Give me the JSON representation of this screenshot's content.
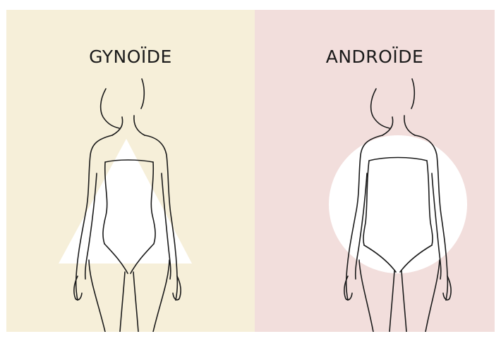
{
  "colors": {
    "page_background": "#ffffff",
    "gynoid_background": "#f6efd9",
    "android_background": "#f2dedc",
    "shape_fill": "#ffffff",
    "line_color": "#1a1a1a"
  },
  "panels": {
    "left": {
      "title": "GYNOÏDE",
      "shape": "triangle"
    },
    "right": {
      "title": "ANDROÏDE",
      "shape": "circle"
    }
  }
}
